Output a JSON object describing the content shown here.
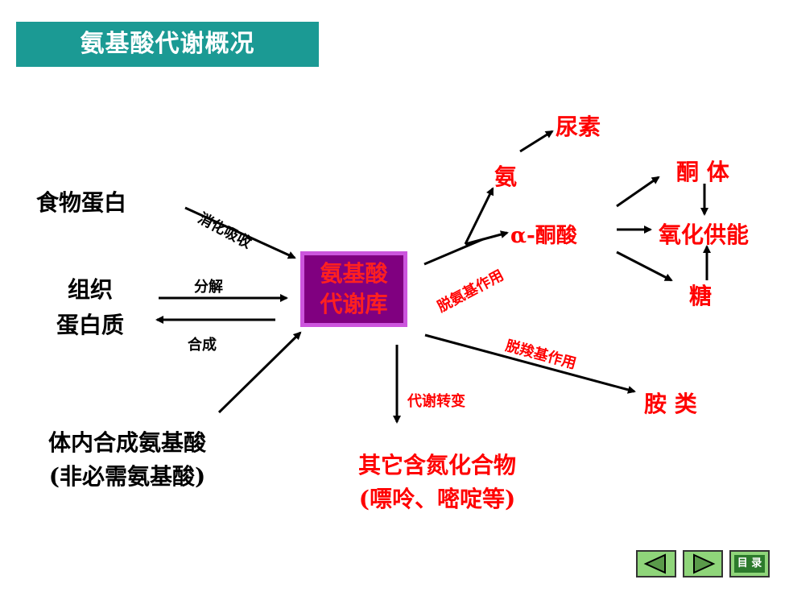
{
  "title": "氨基酸代谢概况",
  "pool": {
    "line1": "氨基酸",
    "line2": "代谢库"
  },
  "sources": {
    "food": "食物蛋白",
    "tissue_line1": "组织",
    "tissue_line2": "蛋白质",
    "synth_line1": "体内合成氨基酸",
    "synth_line2": "(非必需氨基酸)"
  },
  "edge_labels": {
    "digest": "消化吸收",
    "decompose": "分解",
    "synthesize": "合成",
    "deamination": "脱氨基作用",
    "decarboxylation": "脱羧基作用",
    "conversion": "代谢转变"
  },
  "products": {
    "urea": "尿素",
    "ammonia": "氨",
    "keto_acid": "α-酮酸",
    "ketone_body": "酮 体",
    "energy": "氧化供能",
    "sugar": "糖",
    "amines": "胺 类",
    "other_line1": "其它含氮化合物",
    "other_line2": "(嘌呤、嘧啶等)"
  },
  "nav": {
    "prev": "previous",
    "next": "next",
    "menu": "目 录"
  },
  "colors": {
    "title_bg": "#1b9a94",
    "accent": "#ff0000",
    "pool_border": "#cc55dd",
    "pool_fill": "#800080",
    "nav": "#8fd57a"
  }
}
